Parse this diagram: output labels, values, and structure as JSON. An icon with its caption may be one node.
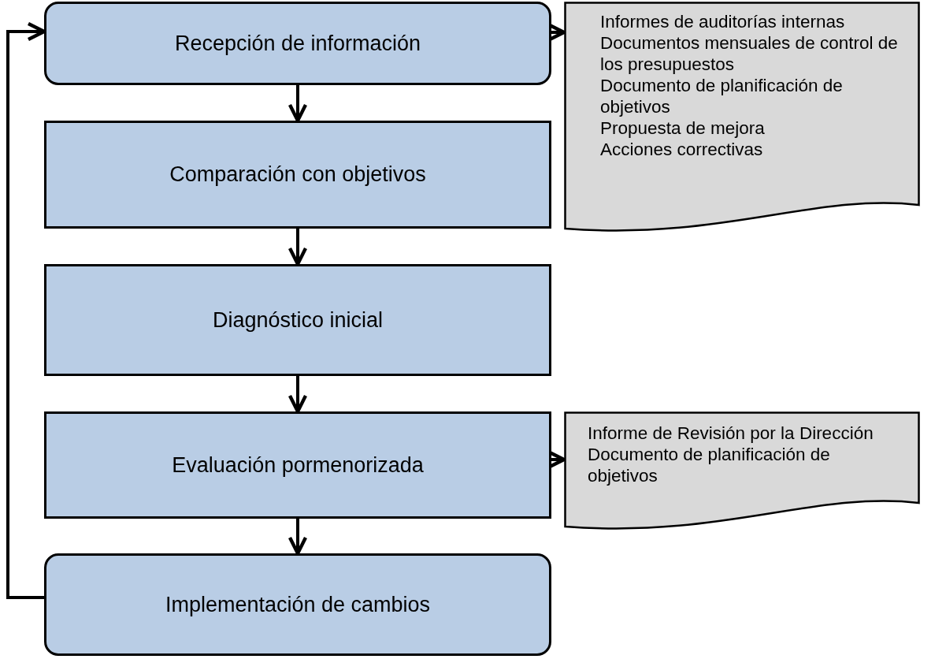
{
  "diagram": {
    "nodes": [
      {
        "text": [
          "Recepción de información"
        ]
      },
      {
        "text": [
          "Comparación con objetivos"
        ]
      },
      {
        "text": [
          "Diagnóstico inicial"
        ]
      },
      {
        "text": [
          "Evaluación pormenorizada"
        ]
      },
      {
        "text": [
          "Implementación de cambios"
        ]
      },
      {
        "text": [
          "Informes de auditorías internas",
          "Documentos mensuales de control de los presupuestos",
          "Documento de planificación de objetivos",
          "Propuesta de mejora",
          "Acciones correctivas"
        ]
      },
      {
        "text": [
          "Informe de Revisión por la Dirección",
          "Documento de planificación de objetivos"
        ]
      }
    ],
    "edges": [
      {
        "from": 0,
        "to": 1,
        "arrow": "to"
      },
      {
        "from": 1,
        "to": 2,
        "arrow": "to"
      },
      {
        "from": 2,
        "to": 3,
        "arrow": "to"
      },
      {
        "from": 3,
        "to": 4,
        "arrow": "to"
      },
      {
        "from": 0,
        "to": 5,
        "arrow": "to"
      },
      {
        "from": 3,
        "to": 6,
        "arrow": "to"
      },
      {
        "from": 4,
        "to": 0,
        "arrow": "to"
      }
    ]
  }
}
